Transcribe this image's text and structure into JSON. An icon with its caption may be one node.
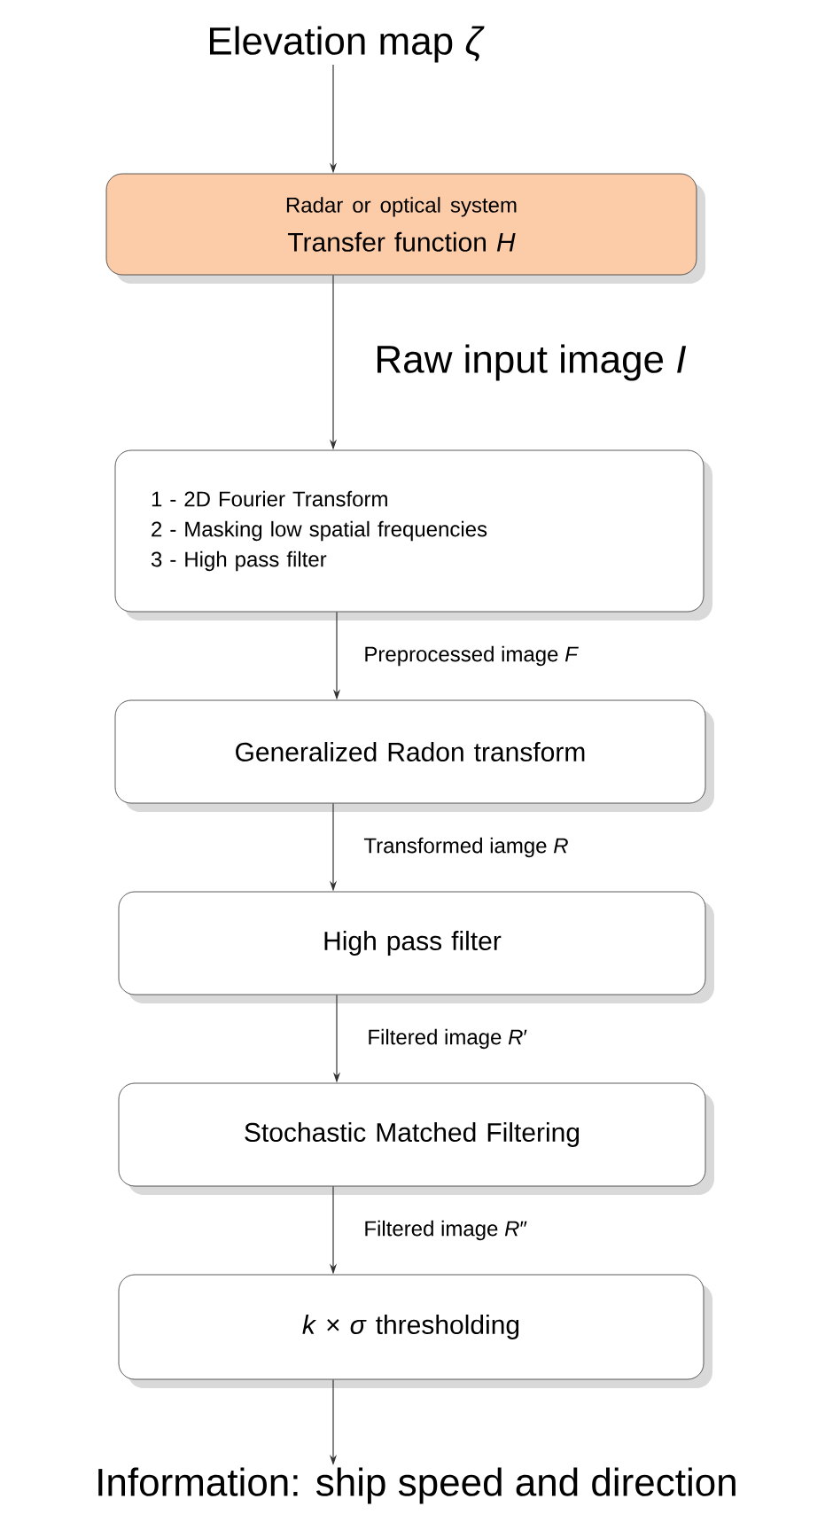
{
  "diagram": {
    "nodes": [
      {
        "text": [
          "Elevation map *ζ*"
        ]
      },
      {
        "text": [
          "Radar or optical system",
          "Transfer function *H*"
        ]
      },
      {
        "text": [
          "1 - 2D Fourier Transform",
          "2 - Masking low spatial frequencies",
          "3 - High pass filter"
        ]
      },
      {
        "text": [
          "Generalized Radon transform"
        ]
      },
      {
        "text": [
          "High pass filter"
        ]
      },
      {
        "text": [
          "Stochastic Matched Filtering"
        ]
      },
      {
        "text": [
          "*k* × *σ*  thresholding"
        ]
      },
      {
        "text": [
          "Information: ship speed and direction"
        ]
      }
    ],
    "edges": [
      {
        "from": 0,
        "to": 1,
        "arrow": "to"
      },
      {
        "from": 1,
        "to": 2,
        "arrow": "to",
        "label": "Raw input image *I*"
      },
      {
        "from": 2,
        "to": 3,
        "arrow": "to",
        "label": "Preprocessed image  *F*"
      },
      {
        "from": 3,
        "to": 4,
        "arrow": "to",
        "label": "Transformed iamge  *R*"
      },
      {
        "from": 4,
        "to": 5,
        "arrow": "to",
        "label": "Filtered image *R*′"
      },
      {
        "from": 5,
        "to": 6,
        "arrow": "to",
        "label": "Filtered image *R*″"
      },
      {
        "from": 6,
        "to": 7,
        "arrow": "to"
      }
    ]
  }
}
